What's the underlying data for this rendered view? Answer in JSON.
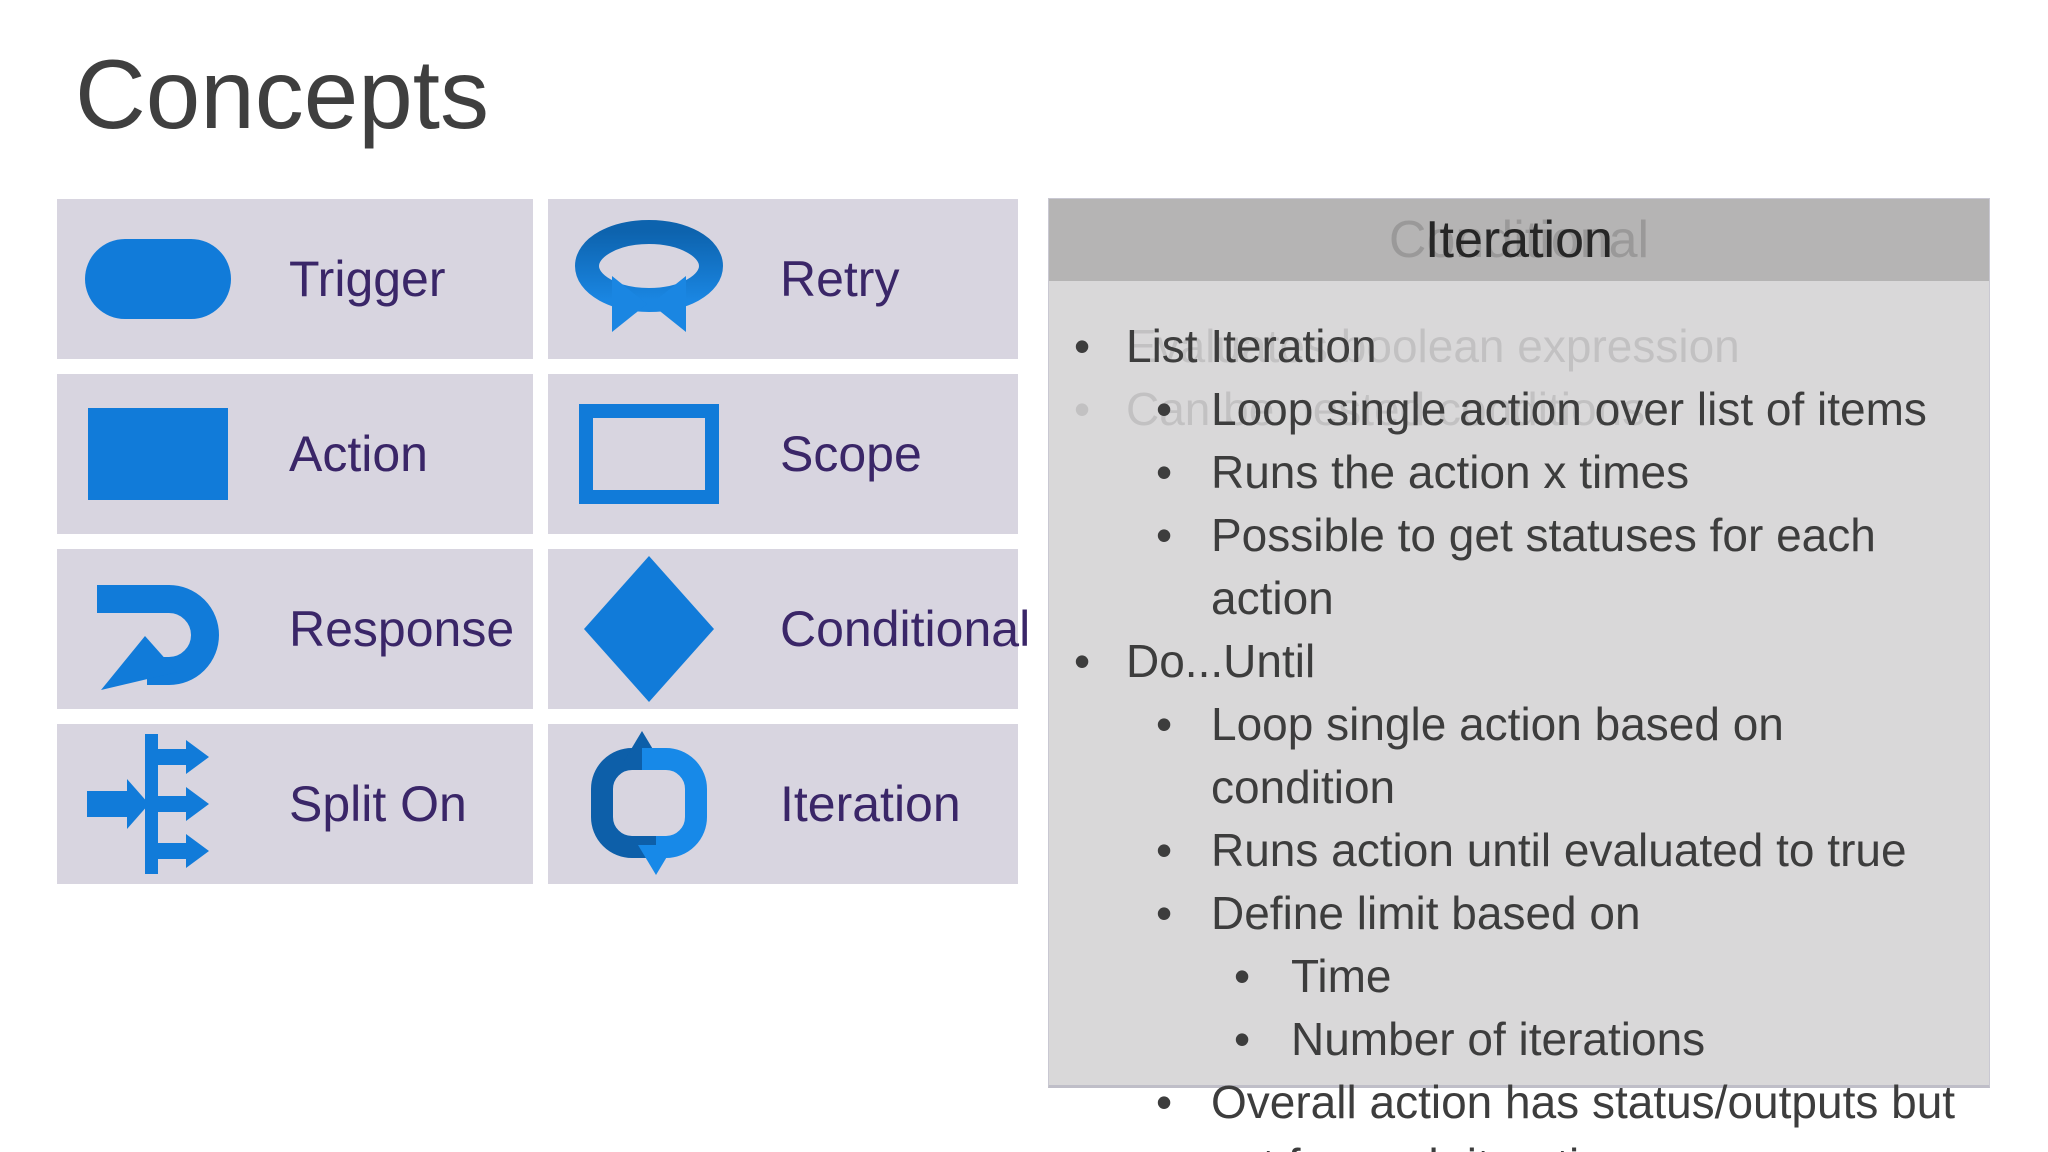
{
  "slide": {
    "title": "Concepts"
  },
  "colors": {
    "accent_blue": "#117bd9",
    "accent_blue_dark": "#0d5fa9",
    "tile_background": "#d8d5e0",
    "label_purple": "#3a2668",
    "panel_header_background": "#b5b4b4",
    "panel_body_background": "#d9d8d9",
    "text_dark": "#3d3d3d",
    "title_gray": "#3f3f3f"
  },
  "concepts": [
    {
      "label": "Trigger",
      "icon": "trigger-icon"
    },
    {
      "label": "Retry",
      "icon": "retry-icon"
    },
    {
      "label": "Action",
      "icon": "action-icon"
    },
    {
      "label": "Scope",
      "icon": "scope-icon"
    },
    {
      "label": "Response",
      "icon": "response-icon"
    },
    {
      "label": "Conditional",
      "icon": "conditional-icon"
    },
    {
      "label": "Split On",
      "icon": "split-on-icon"
    },
    {
      "label": "Iteration",
      "icon": "iteration-icon"
    }
  ],
  "panel": {
    "bullet_glyph": "•",
    "header": {
      "title": "Iteration",
      "ghost_title": "Conditional"
    },
    "ghosts": [
      {
        "text": "Evaluates boolean expression"
      },
      {
        "text": "Can be nested conditions"
      }
    ],
    "bullets": [
      {
        "level": 1,
        "text": "List Iteration"
      },
      {
        "level": 2,
        "text": "Loop single action over list of items"
      },
      {
        "level": 2,
        "text": "Runs the action x times"
      },
      {
        "level": 2,
        "text": "Possible to get statuses for each action"
      },
      {
        "level": 1,
        "text": "Do...Until"
      },
      {
        "level": 2,
        "text": "Loop single action based on condition"
      },
      {
        "level": 2,
        "text": "Runs action until evaluated to true"
      },
      {
        "level": 2,
        "text": "Define limit based on"
      },
      {
        "level": 3,
        "text": "Time"
      },
      {
        "level": 3,
        "text": "Number of iterations"
      },
      {
        "level": 2,
        "text": "Overall action has status/outputs but not for each iteration"
      }
    ]
  }
}
